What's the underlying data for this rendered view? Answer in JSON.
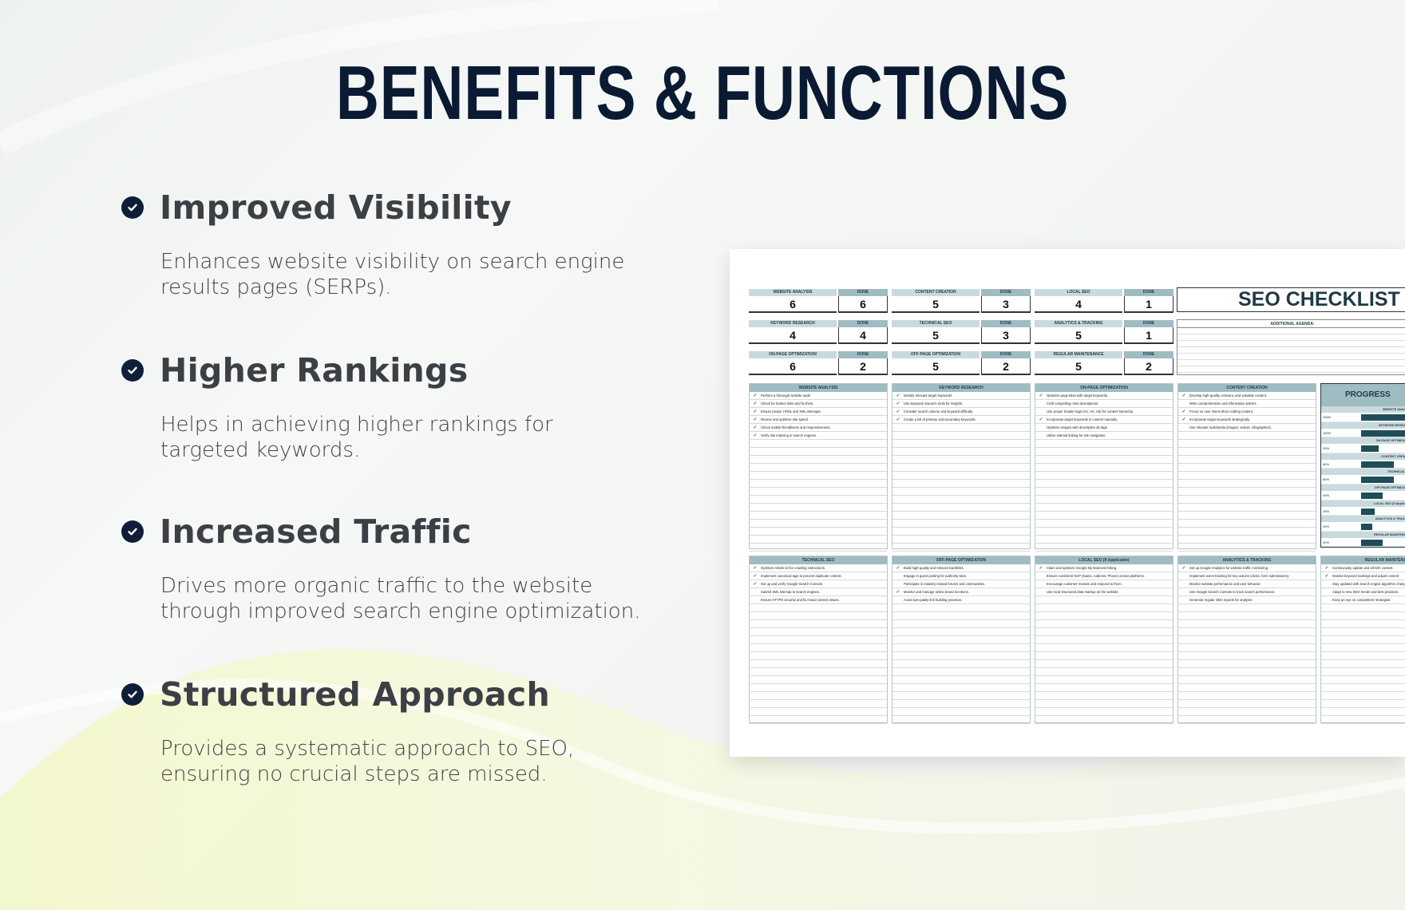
{
  "title": "BENEFITS & FUNCTIONS",
  "benefits": [
    {
      "heading": "Improved Visibility",
      "text_lines": [
        "Enhances website visibility on search engine",
        "results pages (SERPs)."
      ]
    },
    {
      "heading": "Higher Rankings",
      "text_lines": [
        "Helps in achieving higher rankings for",
        "targeted keywords."
      ]
    },
    {
      "heading": "Increased Traffic",
      "text_lines": [
        "Drives more organic traffic to the website",
        "through improved search engine optimization."
      ]
    },
    {
      "heading": "Structured Approach",
      "text_lines": [
        "Provides a systematic approach to SEO,",
        "ensuring no crucial steps are missed."
      ]
    }
  ],
  "icons": {
    "benefit_check": "check-circle-icon"
  },
  "colors": {
    "title": "#0b1a33",
    "check_circle": "#0f1e38",
    "sheet_header": "#9fbcc2",
    "progress_bar": "#1f4e5a"
  },
  "sheet": {
    "title": "SEO CHECKLIST",
    "additional_agenda": "ADDITIONAL AGENDA:",
    "done_label": "DONE",
    "categories": [
      {
        "name": "WEBSITE ANALYSIS",
        "total": "6",
        "done": "6"
      },
      {
        "name": "CONTENT CREATION",
        "total": "5",
        "done": "3"
      },
      {
        "name": "LOCAL SEO",
        "total": "4",
        "done": "1"
      },
      {
        "name": "KEYWORD RESEARCH",
        "total": "4",
        "done": "4"
      },
      {
        "name": "TECHNICAL SEO",
        "total": "5",
        "done": "3"
      },
      {
        "name": "ANALYTICS & TRACKING",
        "total": "5",
        "done": "1"
      },
      {
        "name": "ON-PAGE OPTIMIZATION",
        "total": "6",
        "done": "2"
      },
      {
        "name": "OFF-PAGE OPTIMIZATION",
        "total": "5",
        "done": "2"
      },
      {
        "name": "REGULAR MAINTENANCE",
        "total": "5",
        "done": "2"
      }
    ],
    "task_lists": [
      {
        "name": "WEBSITE ANALYSIS",
        "tasks": [
          {
            "t": "Perform a thorough website audit.",
            "c": true
          },
          {
            "t": "Check for broken links and fix them.",
            "c": true
          },
          {
            "t": "Ensure proper HTML and XML sitemaps.",
            "c": true
          },
          {
            "t": "Review and optimize site speed.",
            "c": true
          },
          {
            "t": "Check mobile-friendliness and responsiveness.",
            "c": true
          },
          {
            "t": "Verify site indexing in search engines.",
            "c": true
          }
        ]
      },
      {
        "name": "KEYWORD RESEARCH",
        "tasks": [
          {
            "t": "Identify relevant target keywords.",
            "c": true
          },
          {
            "t": "Use keyword research tools for insights.",
            "c": true
          },
          {
            "t": "Consider search volume and keyword difficulty.",
            "c": true
          },
          {
            "t": "Create a list of primary and secondary keywords.",
            "c": true
          }
        ]
      },
      {
        "name": "ON-PAGE OPTIMIZATION",
        "tasks": [
          {
            "t": "Optimize page titles with target keywords.",
            "c": true
          },
          {
            "t": "Craft compelling meta descriptions.",
            "c": false
          },
          {
            "t": "Use proper header tags (H1, H2, H3) for content hierarchy.",
            "c": false
          },
          {
            "t": "Incorporate target keywords in content naturally.",
            "c": true
          },
          {
            "t": "Optimize images with descriptive alt tags.",
            "c": false
          },
          {
            "t": "Utilize internal linking for site navigation.",
            "c": false
          }
        ]
      },
      {
        "name": "CONTENT CREATION",
        "tasks": [
          {
            "t": "Develop high-quality, relevant, and valuable content.",
            "c": true
          },
          {
            "t": "Write comprehensive and informative articles.",
            "c": false
          },
          {
            "t": "Focus on user intent when crafting content.",
            "c": true
          },
          {
            "t": "Incorporate target keywords strategically.",
            "c": true
          },
          {
            "t": "Use relevant multimedia (images, videos, infographics).",
            "c": false
          }
        ]
      },
      {
        "name": "TECHNICAL SEO",
        "tasks": [
          {
            "t": "Optimize robots.txt for crawling instructions.",
            "c": true
          },
          {
            "t": "Implement canonical tags to prevent duplicate content.",
            "c": true
          },
          {
            "t": "Set up and verify Google Search Console.",
            "c": true
          },
          {
            "t": "Submit XML sitemap to search engines.",
            "c": false
          },
          {
            "t": "Ensure HTTPS security and fix mixed content issues.",
            "c": false
          }
        ]
      },
      {
        "name": "OFF-PAGE OPTIMIZATION",
        "tasks": [
          {
            "t": "Build high-quality and relevant backlinks.",
            "c": true
          },
          {
            "t": "Engage in guest posting for authority sites.",
            "c": false
          },
          {
            "t": "Participate in industry-related forums and communities.",
            "c": false
          },
          {
            "t": "Monitor and manage online brand mentions.",
            "c": true
          },
          {
            "t": "Avoid low-quality link building practices.",
            "c": false
          }
        ]
      },
      {
        "name": "LOCAL SEO (If Applicable)",
        "tasks": [
          {
            "t": "Claim and optimize Google My Business listing.",
            "c": true
          },
          {
            "t": "Ensure consistent NAP (Name, Address, Phone) across platforms.",
            "c": false
          },
          {
            "t": "Encourage customer reviews and respond to them.",
            "c": false
          },
          {
            "t": "Use local structured data markup on the website.",
            "c": false
          }
        ]
      },
      {
        "name": "ANALYTICS & TRACKING",
        "tasks": [
          {
            "t": "Set up Google Analytics for website traffic monitoring.",
            "c": true
          },
          {
            "t": "Implement event tracking for key actions (clicks, form submissions).",
            "c": false
          },
          {
            "t": "Monitor website performance and user behavior.",
            "c": false
          },
          {
            "t": "Use Google Search Console to track search performance.",
            "c": false
          },
          {
            "t": "Generate regular SEO reports for analysis.",
            "c": false
          }
        ]
      },
      {
        "name": "REGULAR MAINTENANCE",
        "tasks": [
          {
            "t": "Continuously update and refresh content.",
            "c": true
          },
          {
            "t": "Monitor keyword rankings and adjust content.",
            "c": true
          },
          {
            "t": "Stay updated with search engine algorithm changes.",
            "c": false
          },
          {
            "t": "Adapt to new SEO trends and best practices.",
            "c": false
          },
          {
            "t": "Keep an eye on competitors' strategies.",
            "c": false
          }
        ]
      }
    ],
    "progress": {
      "title": "PROGRESS",
      "items": [
        {
          "name": "WEBSITE ANALYSIS",
          "pct_label": "100%",
          "fraction": 1.0
        },
        {
          "name": "KEYWORD RESEARCH",
          "pct_label": "100%",
          "fraction": 1.0
        },
        {
          "name": "ON-PAGE OPTIMIZATION",
          "pct_label": "33%",
          "fraction": 0.33
        },
        {
          "name": "CONTENT CREATION",
          "pct_label": "60%",
          "fraction": 0.6
        },
        {
          "name": "TECHNICAL SEO",
          "pct_label": "60%",
          "fraction": 0.6
        },
        {
          "name": "OFF-PAGE OPTIMIZATION",
          "pct_label": "40%",
          "fraction": 0.4
        },
        {
          "name": "LOCAL SEO (If Applicable)",
          "pct_label": "25%",
          "fraction": 0.25
        },
        {
          "name": "ANALYTICS & TRACKING",
          "pct_label": "20%",
          "fraction": 0.2
        },
        {
          "name": "REGULAR MAINTENANCE",
          "pct_label": "40%",
          "fraction": 0.4
        }
      ]
    }
  }
}
